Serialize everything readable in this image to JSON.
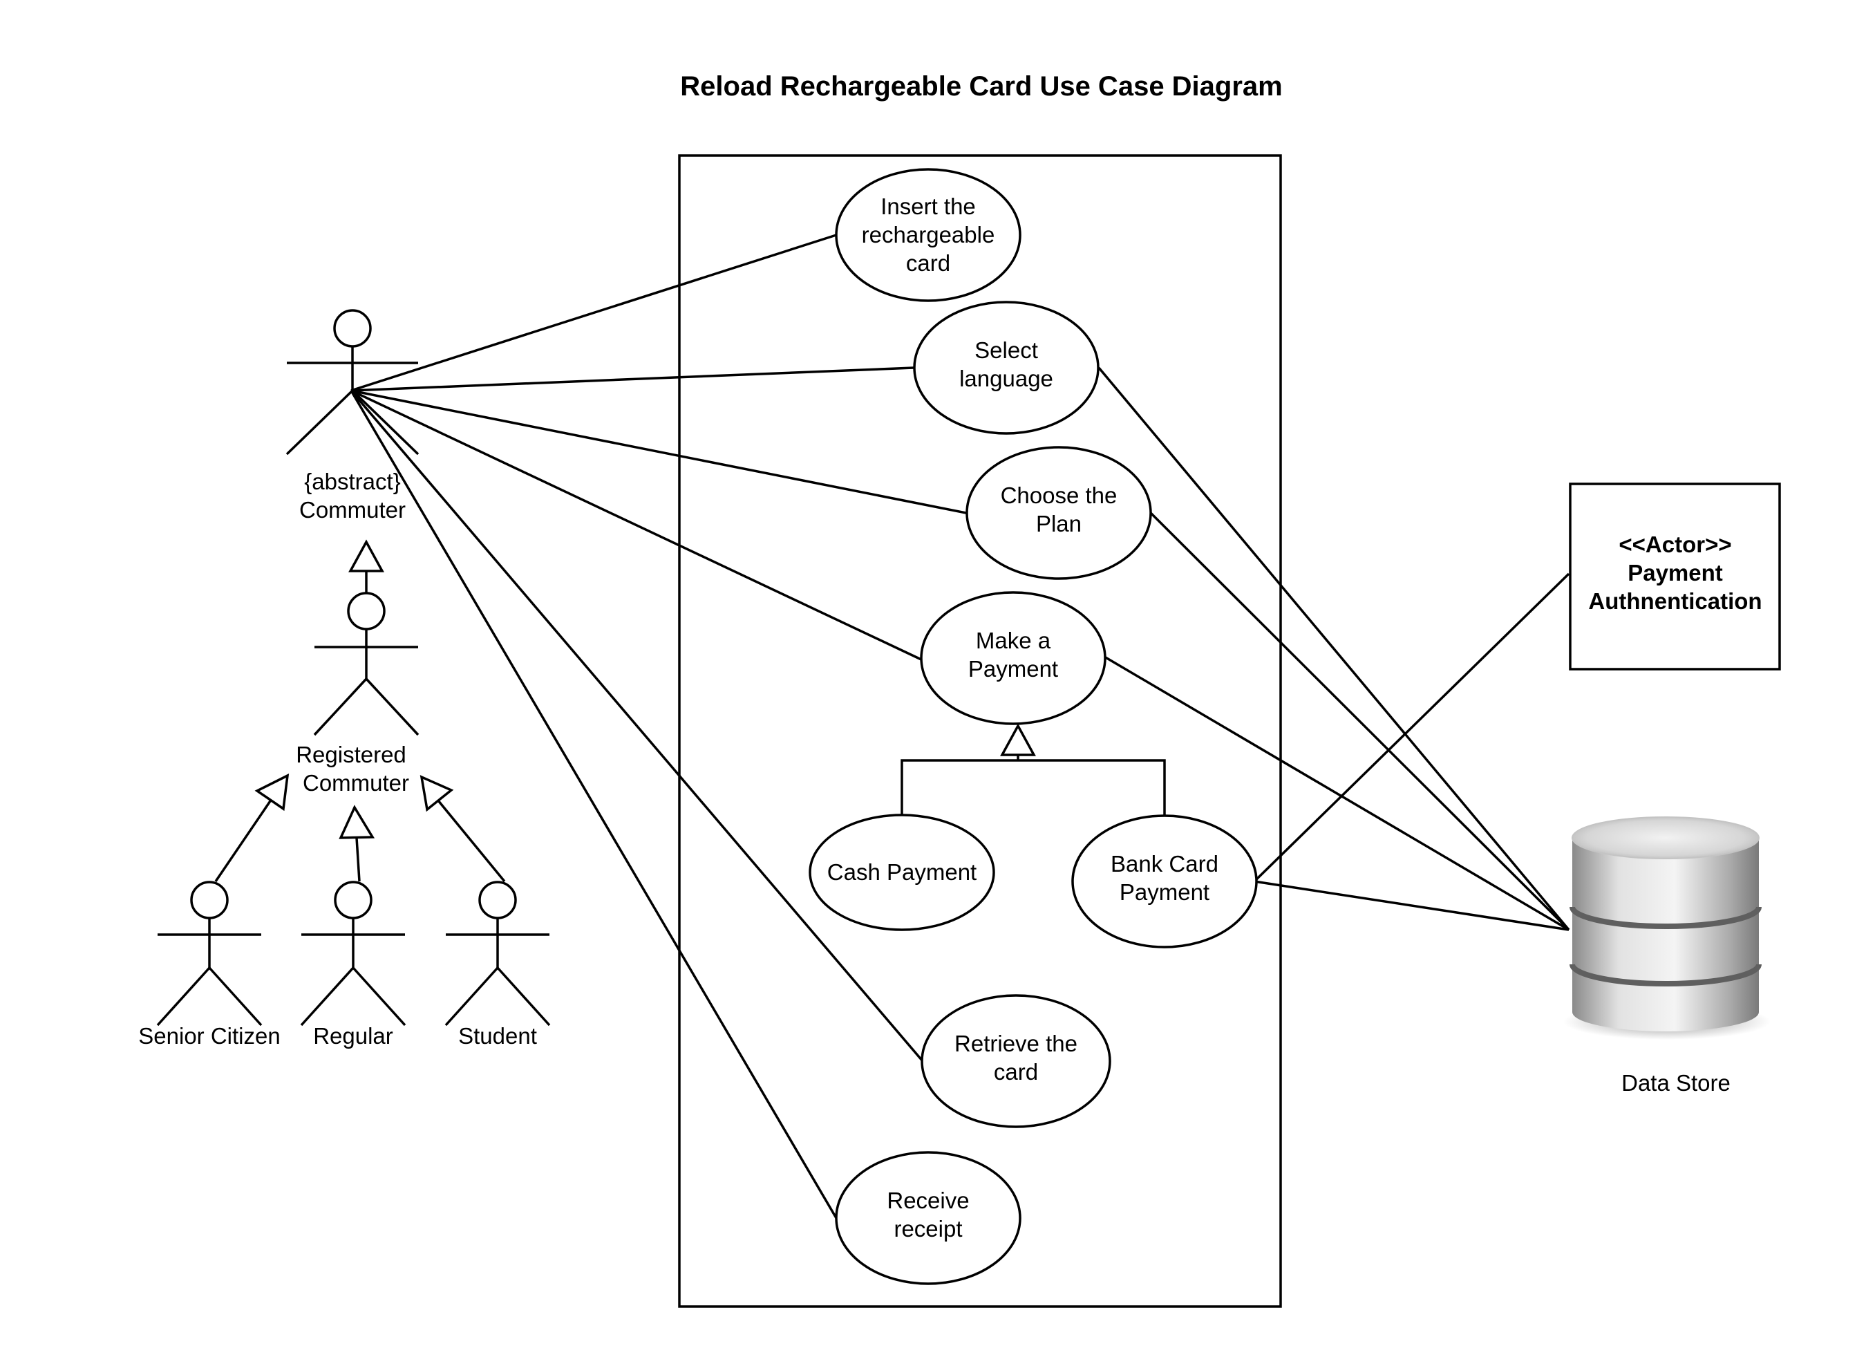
{
  "title": "Reload Rechargeable Card Use Case Diagram",
  "use_cases": {
    "insert_card": [
      "Insert the",
      "rechargeable",
      "card"
    ],
    "select_language": [
      "Select",
      "language"
    ],
    "choose_plan": [
      "Choose the",
      "Plan"
    ],
    "make_payment": [
      "Make a",
      "Payment"
    ],
    "cash_payment": [
      "Cash Payment"
    ],
    "bank_card_payment": [
      "Bank Card",
      "Payment"
    ],
    "retrieve_card": [
      "Retrieve the",
      "card"
    ],
    "receive_receipt": [
      "Receive",
      "receipt"
    ]
  },
  "actors": {
    "commuter": [
      "{abstract}",
      "Commuter"
    ],
    "registered_commuter": [
      "Registered",
      "Commuter"
    ],
    "senior_citizen": "Senior Citizen",
    "regular": "Regular",
    "student": "Student"
  },
  "payment_box": [
    "<<Actor>>",
    "Payment",
    "Authnentication"
  ],
  "data_store_label": "Data Store"
}
